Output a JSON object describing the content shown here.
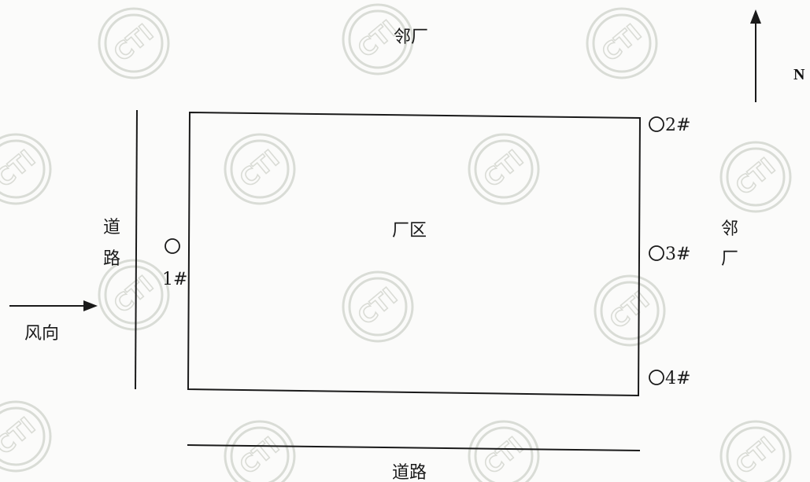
{
  "watermark": {
    "text": "CTI"
  },
  "compass": {
    "label": "N"
  },
  "labels": {
    "north_neighbor": "邻厂",
    "plant_area": "厂区",
    "east_neighbor_1": "邻",
    "east_neighbor_2": "厂",
    "west_road_1": "道",
    "west_road_2": "路",
    "south_road": "道路",
    "wind": "风向"
  },
  "points": [
    {
      "id": "1#"
    },
    {
      "id": "2#"
    },
    {
      "id": "3#"
    },
    {
      "id": "4#"
    }
  ]
}
